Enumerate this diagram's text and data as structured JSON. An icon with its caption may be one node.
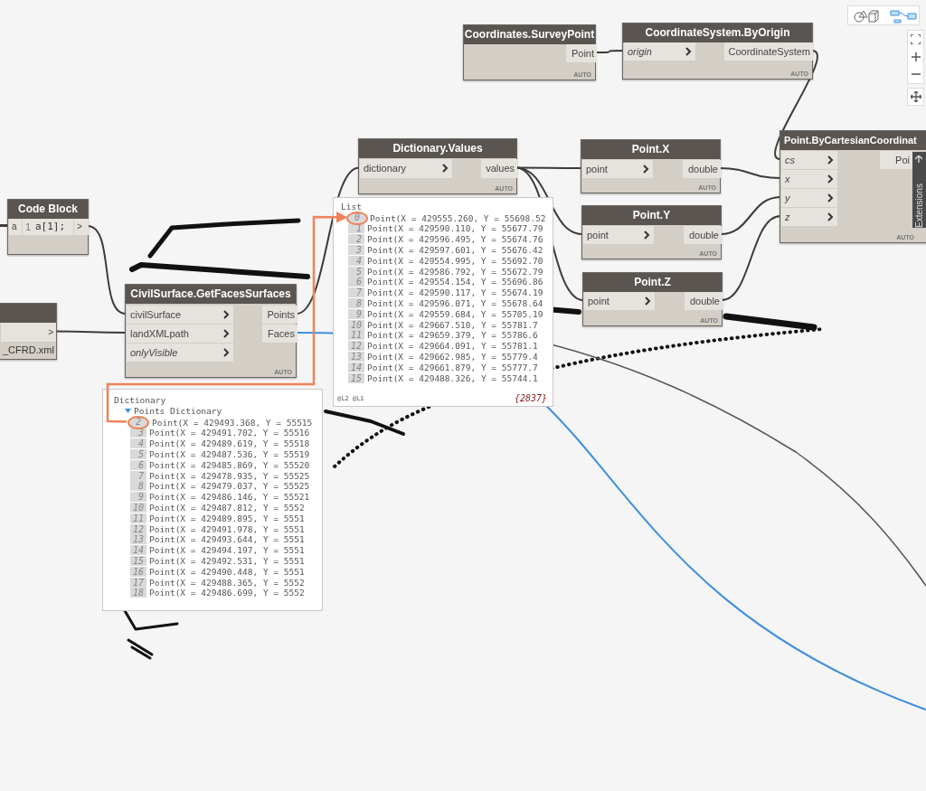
{
  "diagram": {
    "nodes": [
      {
        "text": [
          "Coordinates.SurveyPoint",
          "AUTO"
        ]
      },
      {
        "text": [
          "Point"
        ],
        "in": 0
      },
      {
        "text": [
          "CoordinateSystem.ByOrigin",
          "AUTO"
        ]
      },
      {
        "text": [
          "origin"
        ],
        "in": 2
      },
      {
        "text": [
          "CoordinateSystem"
        ],
        "in": 2
      },
      {
        "text": [
          "Dictionary.Values",
          "AUTO"
        ]
      },
      {
        "text": [
          "dictionary"
        ],
        "in": 5
      },
      {
        "text": [
          "values"
        ],
        "in": 5
      },
      {
        "text": [
          "Point.X",
          "AUTO"
        ]
      },
      {
        "text": [
          "point"
        ],
        "in": 8
      },
      {
        "text": [
          "double"
        ],
        "in": 8
      },
      {
        "text": [
          "Point.ByCartesianCoordinat",
          "AUTO"
        ]
      },
      {
        "text": [
          "cs"
        ],
        "in": 11
      },
      {
        "text": [
          "x"
        ],
        "in": 11
      },
      {
        "text": [
          "y"
        ],
        "in": 11
      },
      {
        "text": [
          "z"
        ],
        "in": 11
      },
      {
        "text": [
          "Poi"
        ],
        "in": 11
      },
      {
        "text": [
          "Code Block"
        ]
      },
      {
        "text": [
          "a"
        ],
        "in": 17
      },
      {
        "text": [
          "1",
          "a[1];"
        ],
        "in": 17
      },
      {
        "text": [
          ">"
        ],
        "in": 17
      },
      {
        "text": [
          "List",
          "Point(X = 429555.260, Y = 55698.52",
          "1",
          "Point(X = 429590.110, Y = 55677.79",
          "2",
          "Point(X = 429596.495, Y = 55674.76",
          "3",
          "Point(X = 429597.601, Y = 55676.42",
          "4",
          "Point(X = 429554.995, Y = 55692.70",
          "5",
          "Point(X = 429586.792, Y = 55672.79",
          "6",
          "Point(X = 429554.154, Y = 55696.86",
          "7",
          "Point(X = 429590.117, Y = 55674.19",
          "8",
          "Point(X = 429596.071, Y = 55678.64",
          "9",
          "Point(X = 429559.684, Y = 55705.19",
          "10",
          "Point(X = 429667.510, Y = 55781.7",
          "11",
          "Point(X = 429659.379, Y = 55786.6",
          "12",
          "Point(X = 429664.091, Y = 55781.1",
          "13",
          "Point(X = 429662.985, Y = 55779.4",
          "14",
          "Point(X = 429661.879, Y = 55777.7",
          "15",
          "Point(X = 429488.326, Y = 55744.1",
          "@L2 @L1",
          "{2837}"
        ]
      },
      {
        "text": [
          "0"
        ],
        "in": 21
      },
      {
        "text": [
          "Point.Y",
          "AUTO"
        ]
      },
      {
        "text": [
          "point"
        ],
        "in": 23
      },
      {
        "text": [
          "double"
        ],
        "in": 23
      },
      {
        "text": [
          "Point.Z",
          "AUTO"
        ]
      },
      {
        "text": [
          "point"
        ],
        "in": 26
      },
      {
        "text": [
          "double"
        ],
        "in": 26
      },
      {
        "text": [
          "_CFRD.xml"
        ]
      },
      {
        "text": [
          ">"
        ],
        "in": 29
      },
      {
        "text": [
          "CivilSurface.GetFacesSurfaces",
          "AUTO"
        ]
      },
      {
        "text": [
          "civilSurface"
        ],
        "in": 31
      },
      {
        "text": [
          "landXMLpath"
        ],
        "in": 31
      },
      {
        "text": [
          "onlyVisible"
        ],
        "in": 31
      },
      {
        "text": [
          "Points"
        ],
        "in": 31
      },
      {
        "text": [
          "Faces"
        ],
        "in": 31
      },
      {
        "text": [
          "Dictionary",
          "Points Dictionary",
          "Point(X = 429493.368, Y = 55515",
          "3",
          "Point(X = 429491.702, Y = 55516",
          "4",
          "Point(X = 429489.619, Y = 55518",
          "5",
          "Point(X = 429487.536, Y = 55519",
          "6",
          "Point(X = 429485.869, Y = 55520",
          "7",
          "Point(X = 429478.935, Y = 55525",
          "8",
          "Point(X = 429479.037, Y = 55525",
          "9",
          "Point(X = 429486.146, Y = 55521",
          "10",
          "Point(X = 429487.812, Y = 5552",
          "11",
          "Point(X = 429489.895, Y = 5551",
          "12",
          "Point(X = 429491.978, Y = 5551",
          "13",
          "Point(X = 429493.644, Y = 5551",
          "14",
          "Point(X = 429494.197, Y = 5551",
          "15",
          "Point(X = 429492.531, Y = 5551",
          "16",
          "Point(X = 429490.448, Y = 5551",
          "17",
          "Point(X = 429488.365, Y = 5552",
          "18",
          "Point(X = 429486.699, Y = 5552"
        ]
      },
      {
        "text": [
          "2"
        ],
        "in": 37
      }
    ],
    "edges": [
      {
        "from": 1,
        "to": 3,
        "arrow": "none"
      },
      {
        "from": 4,
        "to": 12,
        "arrow": "none"
      },
      {
        "from": 7,
        "to": 9,
        "arrow": "none"
      },
      {
        "from": 7,
        "to": 24,
        "arrow": "none"
      },
      {
        "from": 7,
        "to": 27,
        "arrow": "none"
      },
      {
        "from": 10,
        "to": 13,
        "arrow": "none"
      },
      {
        "from": 25,
        "to": 14,
        "arrow": "none"
      },
      {
        "from": 28,
        "to": 15,
        "arrow": "none"
      },
      {
        "from": null,
        "to": 18,
        "arrow": "none"
      },
      {
        "from": 20,
        "to": 32,
        "arrow": "none"
      },
      {
        "from": 30,
        "to": 33,
        "arrow": "none"
      },
      {
        "from": 35,
        "to": 6,
        "arrow": "none"
      },
      {
        "from": 36,
        "to": null,
        "arrow": "none",
        "color": "#3d8fe0"
      },
      {
        "from": 38,
        "to": 22,
        "arrow": "to",
        "color": "#f0825a"
      }
    ],
    "labels": [
      "Extensions"
    ]
  }
}
